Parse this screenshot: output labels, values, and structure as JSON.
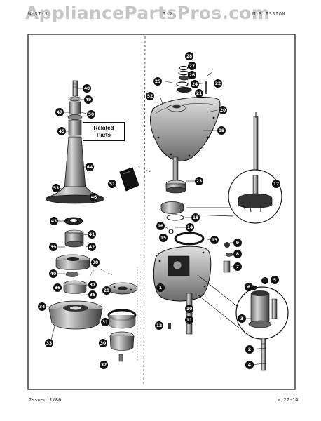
{
  "watermark": "AppliancePartsPros.com",
  "header": {
    "left": "W-ST-S",
    "center": "I-2",
    "right": "N-S ISSION"
  },
  "footer": {
    "issued": "Issued 1/86",
    "code": "W-27-14"
  },
  "related_parts": {
    "line1": "Related",
    "line2": "Parts"
  },
  "callouts": [
    "1",
    "2",
    "3",
    "4",
    "5",
    "6",
    "7",
    "8",
    "9",
    "10",
    "11",
    "12",
    "13",
    "14",
    "15",
    "16",
    "17",
    "18",
    "19",
    "20",
    "21",
    "22",
    "23",
    "24",
    "25",
    "26",
    "27",
    "28",
    "29",
    "30",
    "31",
    "32",
    "33",
    "34",
    "35",
    "36",
    "37",
    "38",
    "39",
    "40",
    "41",
    "42",
    "43",
    "44",
    "45",
    "46",
    "47",
    "48",
    "49",
    "50",
    "51",
    "52",
    "53"
  ]
}
